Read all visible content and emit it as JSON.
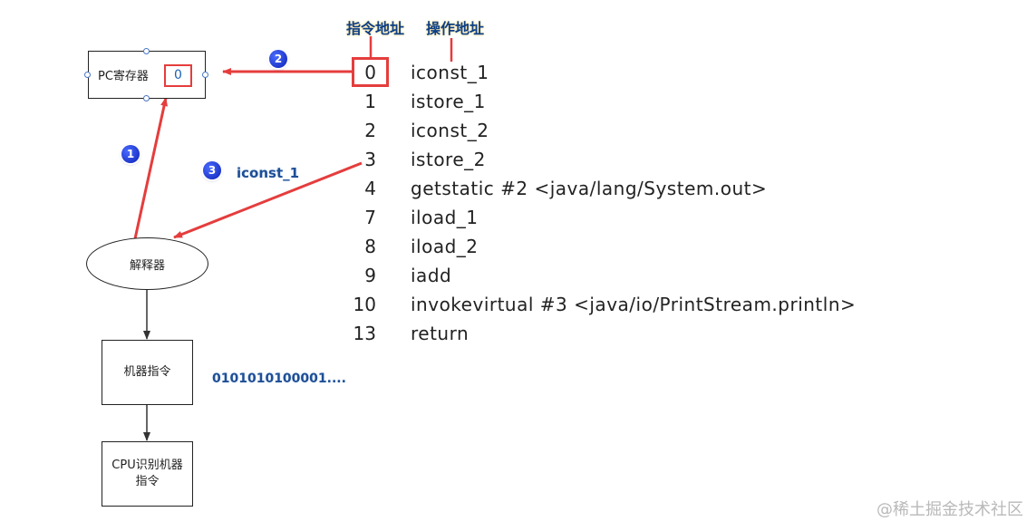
{
  "headers": {
    "instruction_address": "指令地址",
    "operand_address": "操作地址"
  },
  "nodes": {
    "pc_register": {
      "label": "PC寄存器",
      "value": "0"
    },
    "interpreter": {
      "label": "解释器"
    },
    "machine_instruction": {
      "label": "机器指令"
    },
    "cpu": {
      "label_line1": "CPU识别机器",
      "label_line2": "指令"
    }
  },
  "binary_text": "0101010100001....",
  "bytecode": [
    {
      "addr": "0",
      "op": "iconst_1"
    },
    {
      "addr": "1",
      "op": "istore_1"
    },
    {
      "addr": "2",
      "op": "iconst_2"
    },
    {
      "addr": "3",
      "op": "istore_2"
    },
    {
      "addr": "4",
      "op": "getstatic #2 <java/lang/System.out>"
    },
    {
      "addr": "7",
      "op": "iload_1"
    },
    {
      "addr": "8",
      "op": "iload_2"
    },
    {
      "addr": "9",
      "op": "iadd"
    },
    {
      "addr": "10",
      "op": "invokevirtual #3 <java/io/PrintStream.println>"
    },
    {
      "addr": "13",
      "op": "return"
    }
  ],
  "steps": [
    {
      "badge": "1"
    },
    {
      "badge": "2"
    },
    {
      "badge": "3",
      "label": "iconst_1"
    }
  ],
  "watermark": "@稀土掘金技术社区",
  "colors": {
    "arrow": "#e53d3d",
    "header_text": "#0d3f86",
    "badge": "#1a2fd6",
    "label": "#1f4e95"
  }
}
